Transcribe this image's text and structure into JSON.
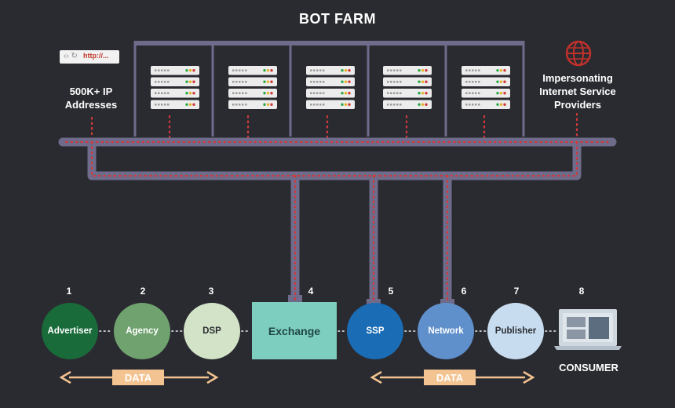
{
  "title": "BOT FARM",
  "browser": {
    "url": "http://...",
    "nav_glyph": "‹› ↻"
  },
  "left_note": [
    "500K+ IP",
    "Addresses"
  ],
  "right_note": [
    "Impersonating",
    "Internet Service",
    "Providers"
  ],
  "icons": {
    "browser": "browser-icon",
    "globe": "globe-icon",
    "server": "server-rack-icon",
    "laptop": "laptop-icon"
  },
  "nodes": [
    {
      "num": "1",
      "label": "Advertiser",
      "color": "#196b3a",
      "text_color": "#ffffff"
    },
    {
      "num": "2",
      "label": "Agency",
      "color": "#6fa26e",
      "text_color": "#ffffff"
    },
    {
      "num": "3",
      "label": "DSP",
      "color": "#d2e3c8",
      "text_color": "#2a2b30"
    },
    {
      "num": "4",
      "label": "Exchange",
      "color": "#7ecec0",
      "text_color": "#1e4744"
    },
    {
      "num": "5",
      "label": "SSP",
      "color": "#1a6cb5",
      "text_color": "#ffffff"
    },
    {
      "num": "6",
      "label": "Network",
      "color": "#5f90cc",
      "text_color": "#ffffff"
    },
    {
      "num": "7",
      "label": "Publisher",
      "color": "#c8dcf0",
      "text_color": "#2a2b30"
    },
    {
      "num": "8",
      "label": "CONSUMER"
    }
  ],
  "data_arrows": [
    "DATA",
    "DATA"
  ],
  "colors": {
    "background": "#2a2b30",
    "pipe": "#6e6b8b",
    "dots": "#d23a3a",
    "data_arrow": "#f3c491",
    "globe": "#c0312b"
  }
}
